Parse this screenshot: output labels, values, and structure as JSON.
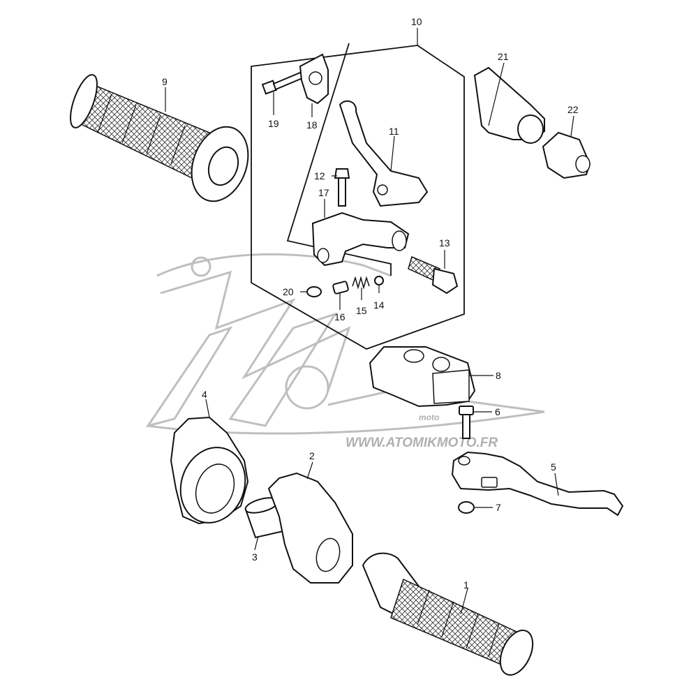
{
  "watermark": {
    "brand_text": "moto",
    "url_text": "WWW.ATOMIKMOTO.FR"
  },
  "callouts": [
    "1",
    "2",
    "3",
    "4",
    "5",
    "6",
    "7",
    "8",
    "9",
    "10",
    "11",
    "12",
    "13",
    "14",
    "15",
    "16",
    "17",
    "18",
    "19",
    "20",
    "21",
    "22"
  ],
  "colors": {
    "line": "#111111",
    "watermark": "#bfbfbf"
  }
}
